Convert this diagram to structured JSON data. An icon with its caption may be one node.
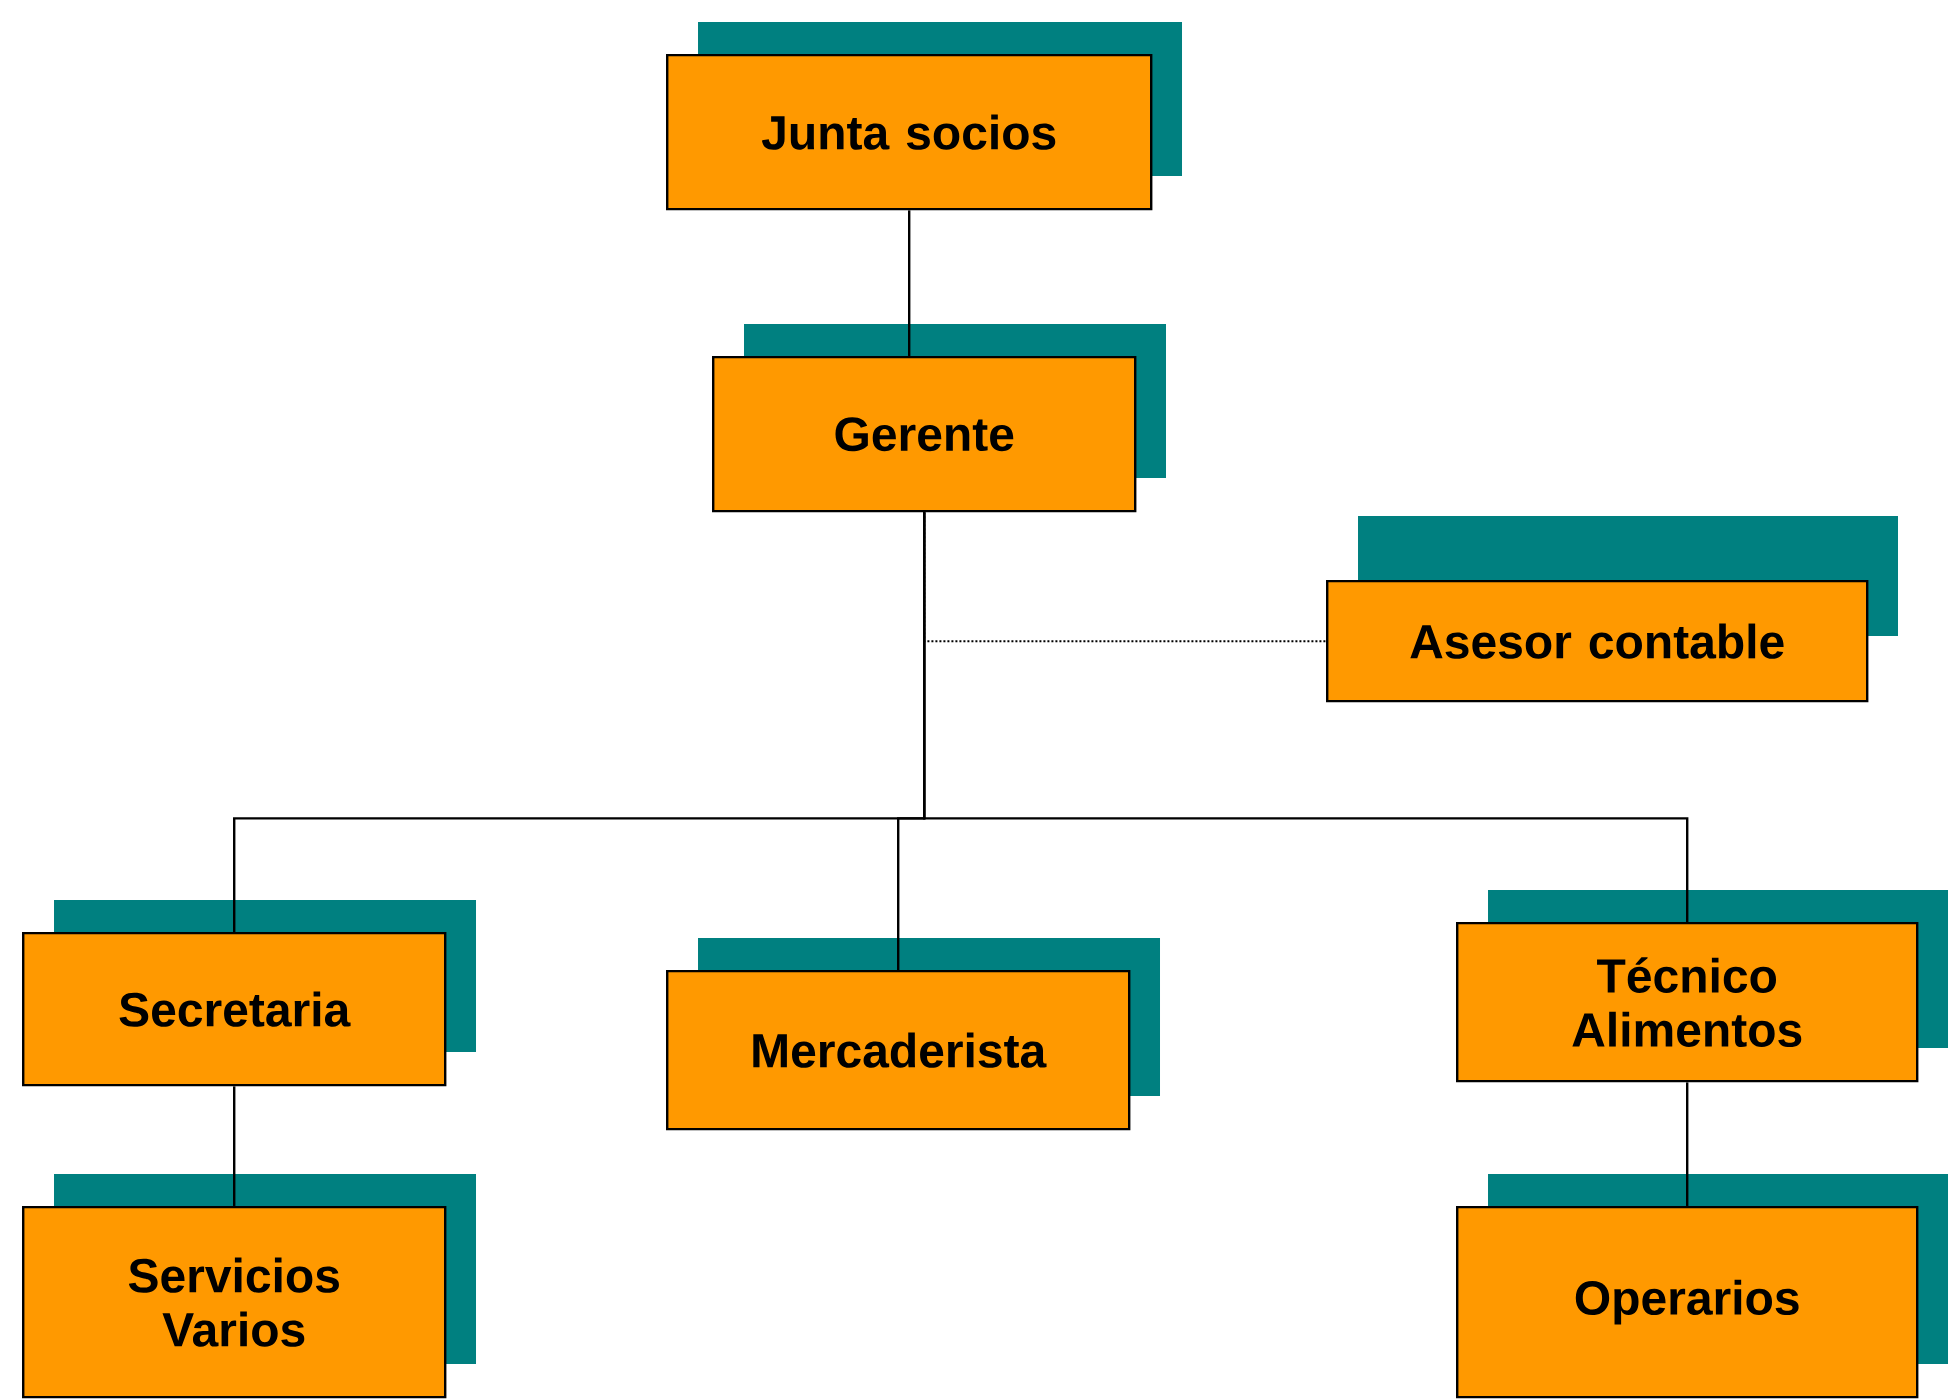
{
  "diagram": {
    "nodes": [
      {
        "text": [
          "Junta socios"
        ]
      },
      {
        "text": [
          "Gerente"
        ]
      },
      {
        "text": [
          "Asesor contable"
        ]
      },
      {
        "text": [
          "Secretaria"
        ]
      },
      {
        "text": [
          "Mercaderista"
        ]
      },
      {
        "text": [
          "Técnico Alimentos"
        ]
      },
      {
        "text": [
          "Servicios Varios"
        ]
      },
      {
        "text": [
          "Operarios"
        ]
      }
    ],
    "edges": [
      {
        "from": 0,
        "to": 1,
        "arrow": "none"
      },
      {
        "from": 1,
        "to": 2,
        "arrow": "none",
        "style": "dashed"
      },
      {
        "from": 1,
        "to": 3,
        "arrow": "none"
      },
      {
        "from": 1,
        "to": 4,
        "arrow": "none"
      },
      {
        "from": 1,
        "to": 5,
        "arrow": "none"
      },
      {
        "from": 3,
        "to": 6,
        "arrow": "none"
      },
      {
        "from": 5,
        "to": 7,
        "arrow": "none"
      }
    ]
  }
}
